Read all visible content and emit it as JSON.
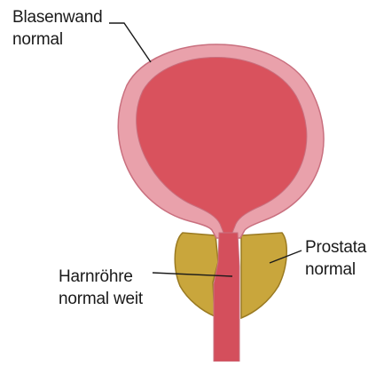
{
  "labels": {
    "bladder_wall": {
      "line1": "Blasenwand",
      "line2": "normal"
    },
    "prostate": {
      "line1": "Prostata",
      "line2": "normal"
    },
    "urethra": {
      "line1": "Harnröhre",
      "line2": "normal weit"
    }
  },
  "colors": {
    "bladder_wall": "#e9a1ab",
    "bladder_wall_edge": "#c9707f",
    "bladder_interior": "#d9525d",
    "prostate": "#c9a63c",
    "prostate_edge": "#9a7a22",
    "urethra": "#d44f5c",
    "leader_line": "#1a1a1a"
  }
}
